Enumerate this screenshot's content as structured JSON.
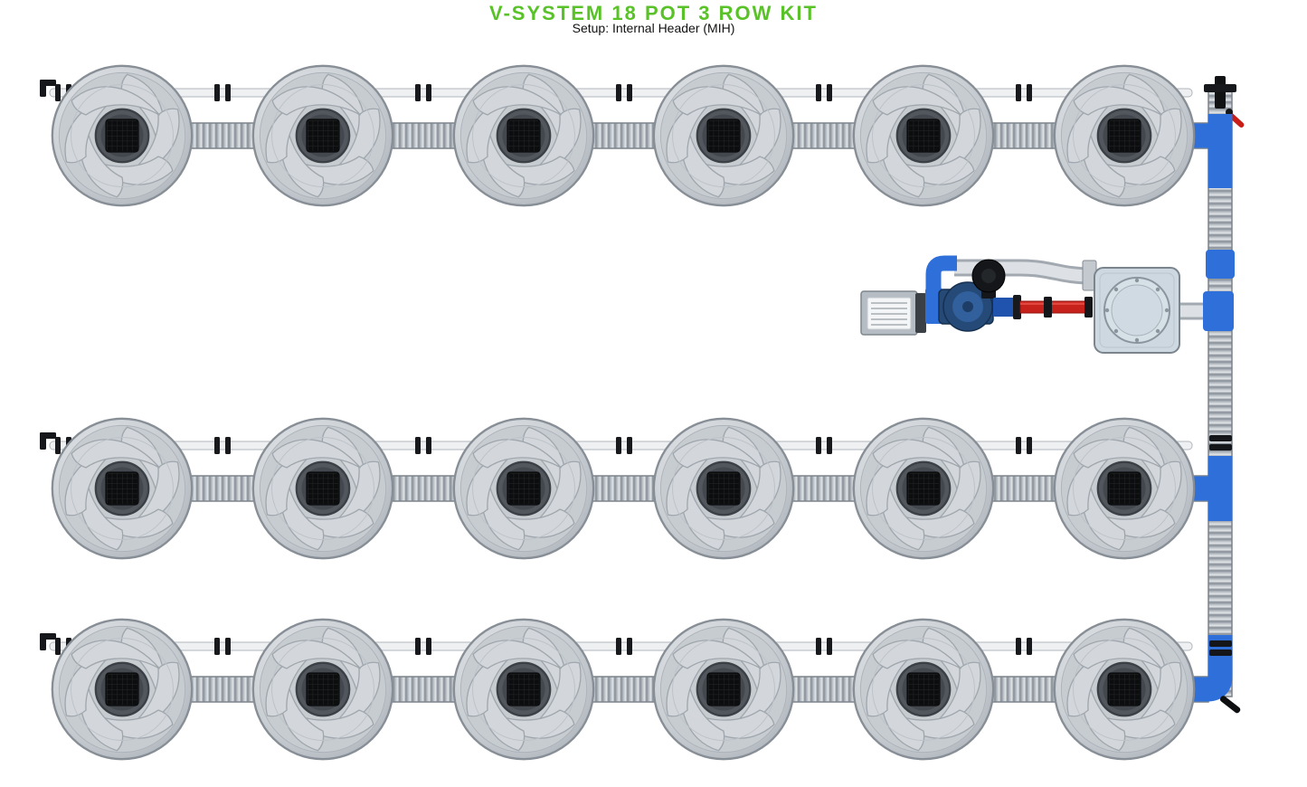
{
  "header": {
    "title": "V-SYSTEM 18 POT 3 ROW KIT",
    "subtitle": "Setup: Internal Header (MIH)"
  },
  "diagram": {
    "kind": "hydroponic-system-top-view",
    "rows": 3,
    "pots_per_row": 6,
    "total_pots": 18,
    "components": {
      "pot": "grow-pot-top-view",
      "row_line": "corrugated-manifold-pipe",
      "feed_line": "feed-tube",
      "header_line": "internal-header-pipe",
      "pump": "water-pump",
      "reservoir": "reservoir-tank",
      "controller": "pump-controller",
      "valves": "shutoff-clips"
    },
    "colors": {
      "title_green": "#58c228",
      "fitting_blue": "#2e6fd9",
      "pump_navy": "#254a77",
      "pipe_red": "#c6211b",
      "pot_gray": "#c9ced3",
      "tank_gray": "#cdd8e0",
      "valve_black": "#15171a"
    }
  }
}
